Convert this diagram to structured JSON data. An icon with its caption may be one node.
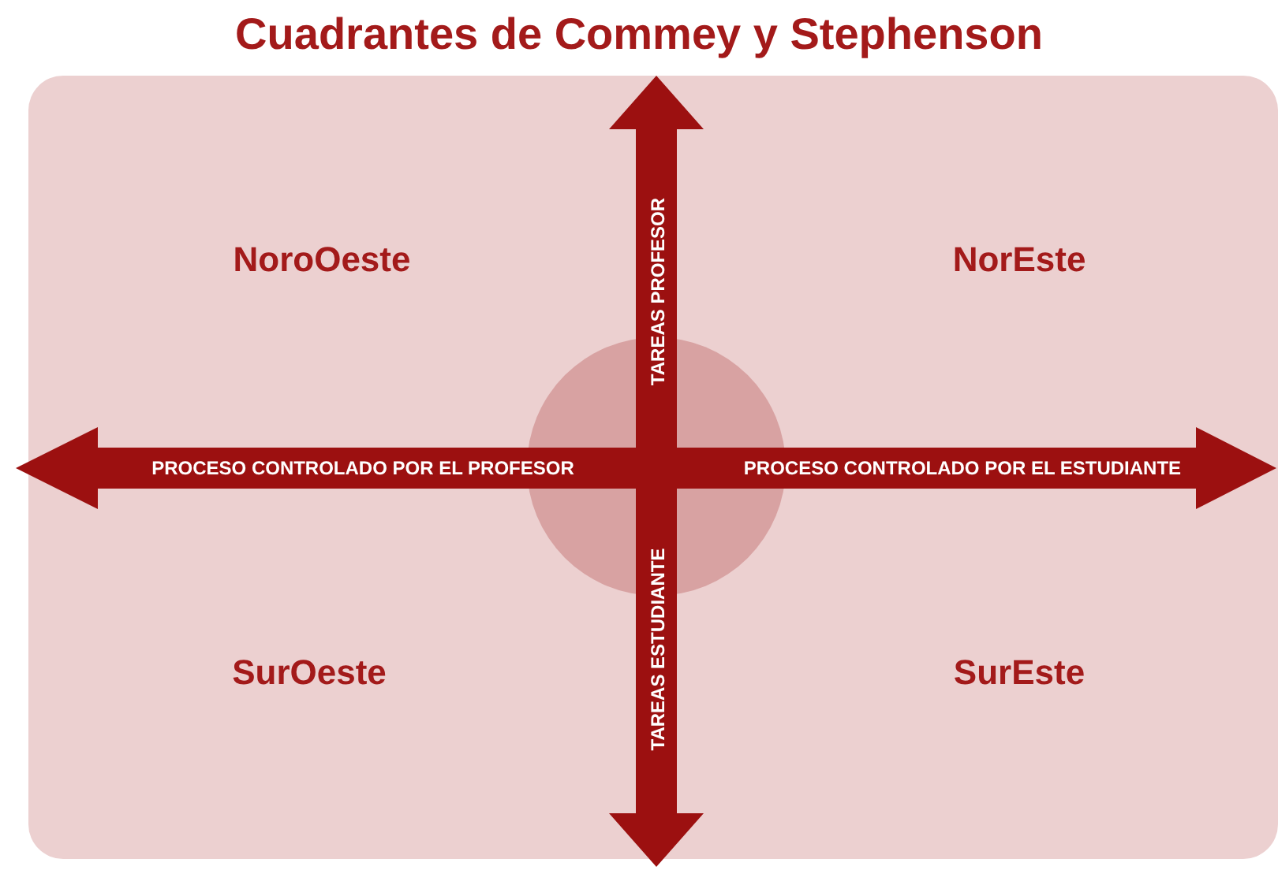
{
  "diagram": {
    "title": "Cuadrantes de Commey y Stephenson",
    "labels": [
      "NoroOeste",
      "TAREAS PROFESOR",
      "NorEste",
      "PROCESO CONTROLADO POR EL PROFESOR",
      "PROCESO CONTROLADO POR EL ESTUDIANTE",
      "SurOeste",
      "TAREAS ESTUDIANTE",
      "SurEste"
    ]
  }
}
